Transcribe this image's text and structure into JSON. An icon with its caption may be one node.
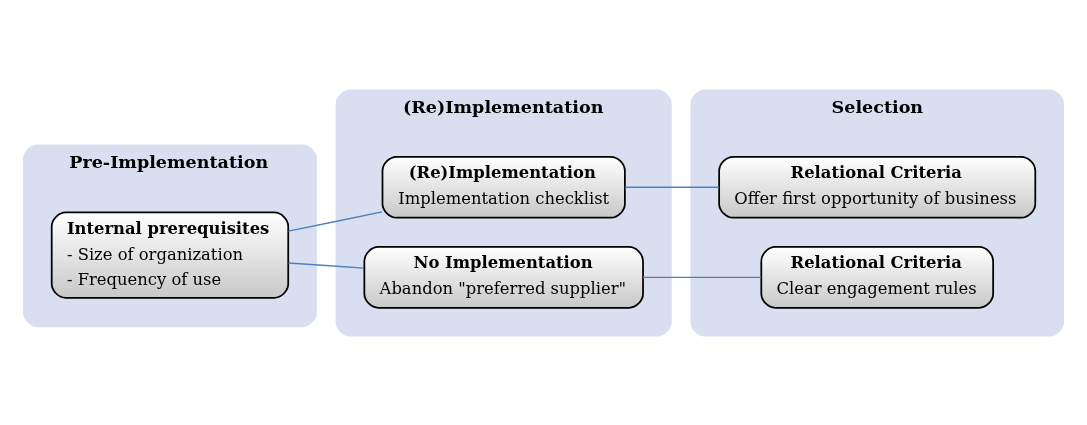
{
  "diagram": {
    "nodes": [
      {
        "text": [
          "Pre-Implementation"
        ]
      },
      {
        "text": [
          "Internal prerequisites",
          "- Size of organization",
          "- Frequency of use"
        ],
        "in": 0
      },
      {
        "text": [
          "(Re)Implementation"
        ]
      },
      {
        "text": [
          "(Re)Implementation",
          "Implementation checklist"
        ],
        "in": 2
      },
      {
        "text": [
          "No Implementation",
          "Abandon \"preferred supplier\""
        ],
        "in": 2
      },
      {
        "text": [
          "Selection"
        ]
      },
      {
        "text": [
          "Relational Criteria",
          "Offer first opportunity of business"
        ],
        "in": 5
      },
      {
        "text": [
          "Relational Criteria",
          "Clear engagement rules"
        ],
        "in": 5
      }
    ],
    "edges": [
      {
        "from": 1,
        "to": 3,
        "arrow": "none"
      },
      {
        "from": 1,
        "to": 4,
        "arrow": "none"
      },
      {
        "from": 3,
        "to": 6,
        "arrow": "none"
      },
      {
        "from": 4,
        "to": 7,
        "arrow": "none"
      }
    ]
  }
}
